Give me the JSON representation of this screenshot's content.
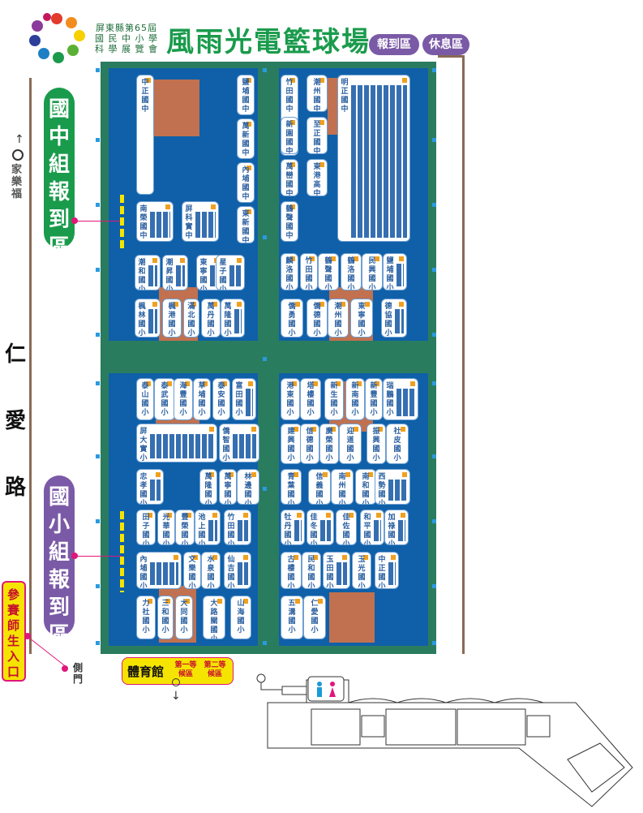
{
  "header": {
    "organizer_line1": "屏東縣第65屆",
    "organizer_line2": "國 民 中 小 學",
    "organizer_line3": "科 學 展 覽 會",
    "title": "風雨光電籃球場",
    "pill_register": "報到區",
    "pill_rest": "休息區"
  },
  "labels": {
    "junior_checkin": "國中組報到區",
    "elementary_checkin": "國小組報到區",
    "jialefu": "家樂福",
    "road": "仁愛路",
    "participants_entrance": "參賽師生入口",
    "side_gate": "側門",
    "gym": "體育館",
    "wait_area_1": "第一等候區",
    "wait_area_2": "第二等候區"
  },
  "colors": {
    "court": "#2a7c5f",
    "half": "#0f60a8",
    "accent_green": "#1a9b4c",
    "accent_purple": "#7a5aa6",
    "magenta": "#e0177a",
    "orange": "#e07440"
  },
  "schools": {
    "top_left": [
      "中正國中",
      "鹽埔國中",
      "萬新國中",
      "內埔國中",
      "東新國中",
      "南榮國中",
      "屏科實中",
      "潮和國小",
      "潮昇國小",
      "東寧國小",
      "星子國小",
      "楓林國小",
      "楓港國小",
      "滿北國小",
      "萬丹國小",
      "萬隆國小"
    ],
    "top_right": [
      "竹田國中",
      "潮州國中",
      "明正國中",
      "新園國中",
      "至正國中",
      "萬巒國中",
      "東港高中",
      "鶴聲國中",
      "麟洛國小",
      "竹田國小",
      "鶴聲國小",
      "鶴洛國小",
      "民興國小",
      "鹽埔國小",
      "僑勇國小",
      "僑德國小",
      "潮州國小",
      "東寧國小",
      "德協國小"
    ],
    "bottom_left": [
      "泰山國小",
      "泰武國小",
      "海豐國小",
      "草埔國小",
      "泰安國小",
      "富田國小",
      "屏大實小",
      "僑智國小",
      "忠孝國小",
      "萬隆國小",
      "萬寧國小",
      "林邊國小",
      "田子國小",
      "光華國小",
      "豐榮國小",
      "池上國小",
      "竹田國小",
      "內埔國小",
      "文樂國小",
      "水泉國小",
      "仙吉國小",
      "力社國小",
      "三和國小",
      "大同國小",
      "大路關國小",
      "山海國小"
    ],
    "bottom_right": [
      "港東國小",
      "塔樓國小",
      "新生國小",
      "新南國小",
      "新豐國小",
      "瑞鵬國小",
      "建興國小",
      "信德國小",
      "廣榮國小",
      "迎道國小",
      "振興國小",
      "社皮國小",
      "青葉國小",
      "信義國小",
      "南州國小",
      "南和國小",
      "西勢國小",
      "牡丹國小",
      "佳冬國小",
      "佳佐國小",
      "和平國小",
      "加祿國小",
      "古樓國小",
      "民和國小",
      "玉田國小",
      "玉光國小",
      "中正國小",
      "五溝國小",
      "仁愛國小"
    ]
  }
}
